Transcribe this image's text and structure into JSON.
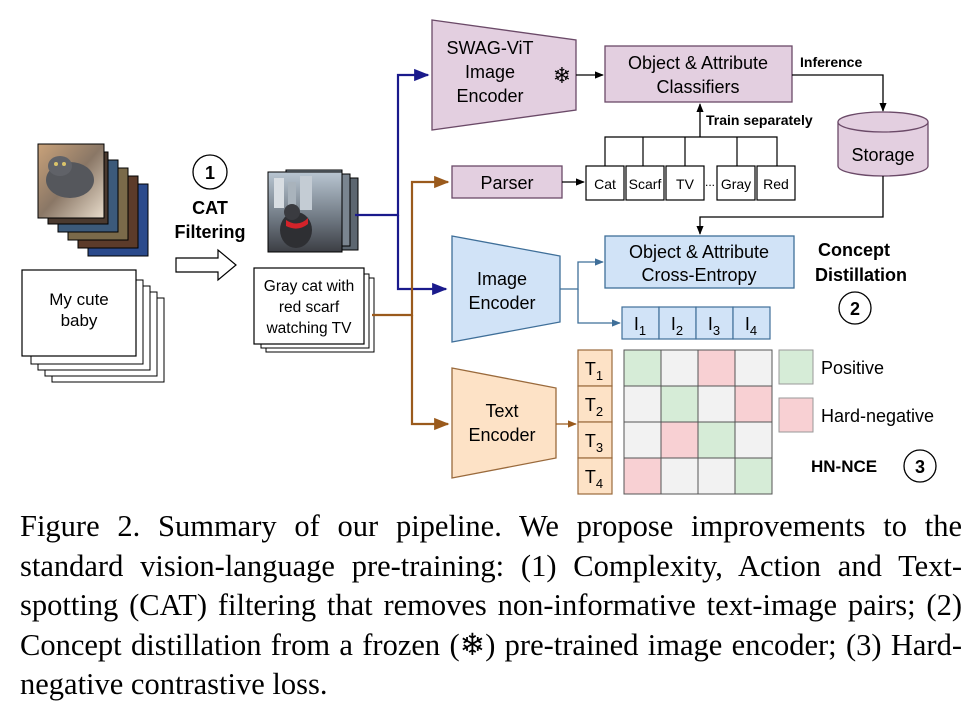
{
  "diagram": {
    "step1_number": "1",
    "step1_label_line1": "CAT",
    "step1_label_line2": "Filtering",
    "raw_caption_line1": "My cute",
    "raw_caption_line2": "baby",
    "filtered_caption_line1": "Gray cat with",
    "filtered_caption_line2": "red scarf",
    "filtered_caption_line3": "watching TV",
    "swag_line1": "SWAG-ViT",
    "swag_line2": "Image",
    "swag_line3": "Encoder",
    "frozen_symbol": "❄",
    "classifiers_line1": "Object & Attribute",
    "classifiers_line2": "Classifiers",
    "inference_label": "Inference",
    "train_label": "Train separately",
    "storage_label": "Storage",
    "parser_label": "Parser",
    "concept_tokens": [
      "Cat",
      "Scarf",
      "TV",
      "Gray",
      "Red"
    ],
    "token_ellipsis": "...",
    "image_encoder_line1": "Image",
    "image_encoder_line2": "Encoder",
    "xent_line1": "Object & Attribute",
    "xent_line2": "Cross-Entropy",
    "concept_line1": "Concept",
    "concept_line2": "Distillation",
    "step2_number": "2",
    "text_encoder_line1": "Text",
    "text_encoder_line2": "Encoder",
    "image_emb_letter": "I",
    "text_emb_letter": "T",
    "emb_subscripts": [
      "1",
      "2",
      "3",
      "4"
    ],
    "matrix_pattern": [
      [
        "positive",
        "none",
        "hard-negative",
        "none"
      ],
      [
        "none",
        "positive",
        "none",
        "hard-negative"
      ],
      [
        "none",
        "hard-negative",
        "positive",
        "none"
      ],
      [
        "hard-negative",
        "none",
        "none",
        "positive"
      ]
    ],
    "legend_positive": "Positive",
    "legend_hard_negative": "Hard-negative",
    "hnnce_label": "HN-NCE",
    "step3_number": "3",
    "colors": {
      "swag_fill": "#e3cfe0",
      "swag_stroke": "#6b4a68",
      "blue_fill": "#d1e3f7",
      "blue_stroke": "#3f6f99",
      "orange_fill": "#fde2c6",
      "orange_stroke": "#9a6a3c",
      "storage_fill": "#e3cfe0",
      "positive": "#d6ecd7",
      "hard_negative": "#f8d0d3",
      "neutral_cell": "#f2f2f2",
      "navy_arrow": "#1a1a8c",
      "brown_arrow": "#9a5a1c"
    }
  },
  "caption": "Figure 2. Summary of our pipeline. We propose improvements to the standard vision-language pre-training: (1) Complexity, Action and Text-spotting (CAT) filtering that removes non-informative text-image pairs; (2) Concept distillation from a frozen (❄) pre-trained image encoder; (3) Hard-negative contrastive loss."
}
